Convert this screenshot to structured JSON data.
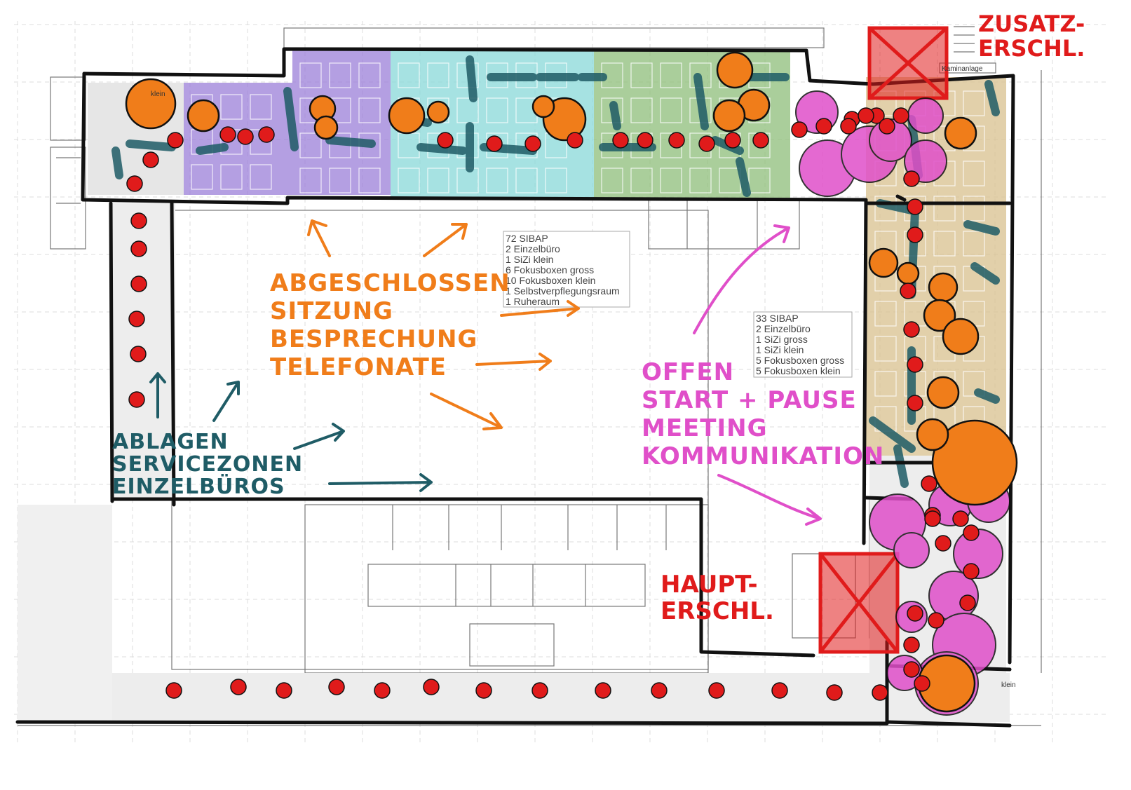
{
  "colors": {
    "orange": "#f07d1a",
    "pink": "#e04fc9",
    "red": "#e01b1b",
    "teal": "#1f5c66",
    "purple": "#9b7fd8",
    "cyan": "#88d8d8",
    "green": "#8dbe7a",
    "tan": "#d8c08e"
  },
  "plan": {
    "room_labels": {
      "klein_top_left": "klein",
      "kaminanlage": "Kaminanlage",
      "klein_bottom_right": "klein"
    }
  },
  "info_box_1": {
    "lines": [
      "72 SIBAP",
      "2 Einzelbüro",
      "1 SiZi klein",
      "6 Fokusboxen gross",
      "10 Fokusboxen klein",
      "1 Selbstverpflegungsraum",
      "1 Ruheraum"
    ]
  },
  "info_box_2": {
    "lines": [
      "33 SIBAP",
      "2 Einzelbüro",
      "1 SiZi gross",
      "1 SiZi klein",
      "5 Fokusboxen gross",
      "5 Fokusboxen klein"
    ]
  },
  "annotations": {
    "orange_block": [
      "ABGESCHLOSSEN",
      "SITZUNG",
      "BESPRECHUNG",
      "TELEFONATE"
    ],
    "teal_block": [
      "ABLAGEN",
      "SERVICEZONEN",
      "EINZELBÜROS"
    ],
    "pink_block": [
      "OFFEN",
      "START + PAUSE",
      "MEETING",
      "KOMMUNIKATION"
    ],
    "zusatz": [
      "ZUSATZ-",
      "ERSCHL."
    ],
    "haupt": [
      "HAUPT-",
      "ERSCHL."
    ]
  }
}
